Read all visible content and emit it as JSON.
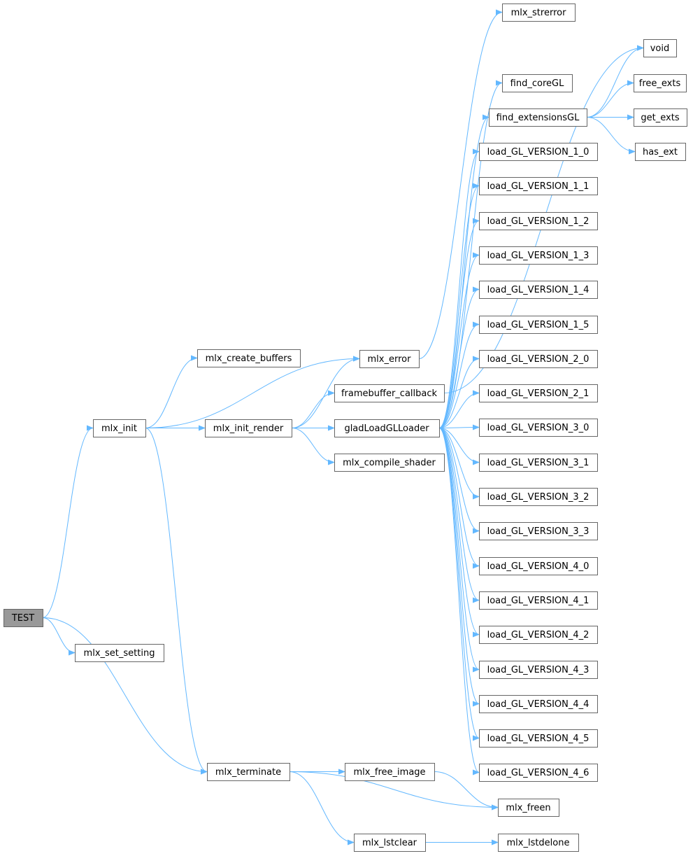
{
  "diagram": {
    "colors": {
      "edge": "#63b8ff",
      "root_fill": "#999999",
      "node_fill": "#ffffff",
      "node_border": "#666666"
    },
    "nodes": [
      {
        "id": "TEST",
        "label": "TEST",
        "root": true
      },
      {
        "id": "mlx_init",
        "label": "mlx_init"
      },
      {
        "id": "mlx_set_setting",
        "label": "mlx_set_setting"
      },
      {
        "id": "mlx_terminate",
        "label": "mlx_terminate"
      },
      {
        "id": "mlx_create_buffers",
        "label": "mlx_create_buffers"
      },
      {
        "id": "mlx_init_render",
        "label": "mlx_init_render"
      },
      {
        "id": "mlx_error",
        "label": "mlx_error"
      },
      {
        "id": "framebuffer_callback",
        "label": "framebuffer_callback"
      },
      {
        "id": "gladLoadGLLoader",
        "label": "gladLoadGLLoader"
      },
      {
        "id": "mlx_compile_shader",
        "label": "mlx_compile_shader"
      },
      {
        "id": "mlx_free_image",
        "label": "mlx_free_image"
      },
      {
        "id": "mlx_lstclear",
        "label": "mlx_lstclear"
      },
      {
        "id": "mlx_strerror",
        "label": "mlx_strerror"
      },
      {
        "id": "void",
        "label": "void"
      },
      {
        "id": "find_coreGL",
        "label": "find_coreGL"
      },
      {
        "id": "find_extensionsGL",
        "label": "find_extensionsGL"
      },
      {
        "id": "free_exts",
        "label": "free_exts"
      },
      {
        "id": "get_exts",
        "label": "get_exts"
      },
      {
        "id": "has_ext",
        "label": "has_ext"
      },
      {
        "id": "v1_0",
        "label": "load_GL_VERSION_1_0"
      },
      {
        "id": "v1_1",
        "label": "load_GL_VERSION_1_1"
      },
      {
        "id": "v1_2",
        "label": "load_GL_VERSION_1_2"
      },
      {
        "id": "v1_3",
        "label": "load_GL_VERSION_1_3"
      },
      {
        "id": "v1_4",
        "label": "load_GL_VERSION_1_4"
      },
      {
        "id": "v1_5",
        "label": "load_GL_VERSION_1_5"
      },
      {
        "id": "v2_0",
        "label": "load_GL_VERSION_2_0"
      },
      {
        "id": "v2_1",
        "label": "load_GL_VERSION_2_1"
      },
      {
        "id": "v3_0",
        "label": "load_GL_VERSION_3_0"
      },
      {
        "id": "v3_1",
        "label": "load_GL_VERSION_3_1"
      },
      {
        "id": "v3_2",
        "label": "load_GL_VERSION_3_2"
      },
      {
        "id": "v3_3",
        "label": "load_GL_VERSION_3_3"
      },
      {
        "id": "v4_0",
        "label": "load_GL_VERSION_4_0"
      },
      {
        "id": "v4_1",
        "label": "load_GL_VERSION_4_1"
      },
      {
        "id": "v4_2",
        "label": "load_GL_VERSION_4_2"
      },
      {
        "id": "v4_3",
        "label": "load_GL_VERSION_4_3"
      },
      {
        "id": "v4_4",
        "label": "load_GL_VERSION_4_4"
      },
      {
        "id": "v4_5",
        "label": "load_GL_VERSION_4_5"
      },
      {
        "id": "v4_6",
        "label": "load_GL_VERSION_4_6"
      },
      {
        "id": "mlx_freen",
        "label": "mlx_freen"
      },
      {
        "id": "mlx_lstdelone",
        "label": "mlx_lstdelone"
      }
    ],
    "edges": [
      [
        "TEST",
        "mlx_init"
      ],
      [
        "TEST",
        "mlx_set_setting"
      ],
      [
        "TEST",
        "mlx_terminate"
      ],
      [
        "mlx_init",
        "mlx_create_buffers"
      ],
      [
        "mlx_init",
        "mlx_error"
      ],
      [
        "mlx_init",
        "mlx_init_render"
      ],
      [
        "mlx_init",
        "mlx_terminate"
      ],
      [
        "mlx_init_render",
        "mlx_error"
      ],
      [
        "mlx_init_render",
        "framebuffer_callback"
      ],
      [
        "mlx_init_render",
        "gladLoadGLLoader"
      ],
      [
        "mlx_init_render",
        "mlx_compile_shader"
      ],
      [
        "mlx_error",
        "mlx_strerror"
      ],
      [
        "framebuffer_callback",
        "void"
      ],
      [
        "gladLoadGLLoader",
        "find_coreGL"
      ],
      [
        "gladLoadGLLoader",
        "find_extensionsGL"
      ],
      [
        "gladLoadGLLoader",
        "v1_0"
      ],
      [
        "gladLoadGLLoader",
        "v1_1"
      ],
      [
        "gladLoadGLLoader",
        "v1_2"
      ],
      [
        "gladLoadGLLoader",
        "v1_3"
      ],
      [
        "gladLoadGLLoader",
        "v1_4"
      ],
      [
        "gladLoadGLLoader",
        "v1_5"
      ],
      [
        "gladLoadGLLoader",
        "v2_0"
      ],
      [
        "gladLoadGLLoader",
        "v2_1"
      ],
      [
        "gladLoadGLLoader",
        "v3_0"
      ],
      [
        "gladLoadGLLoader",
        "v3_1"
      ],
      [
        "gladLoadGLLoader",
        "v3_2"
      ],
      [
        "gladLoadGLLoader",
        "v3_3"
      ],
      [
        "gladLoadGLLoader",
        "v4_0"
      ],
      [
        "gladLoadGLLoader",
        "v4_1"
      ],
      [
        "gladLoadGLLoader",
        "v4_2"
      ],
      [
        "gladLoadGLLoader",
        "v4_3"
      ],
      [
        "gladLoadGLLoader",
        "v4_4"
      ],
      [
        "gladLoadGLLoader",
        "v4_5"
      ],
      [
        "gladLoadGLLoader",
        "v4_6"
      ],
      [
        "find_extensionsGL",
        "void"
      ],
      [
        "find_extensionsGL",
        "free_exts"
      ],
      [
        "find_extensionsGL",
        "get_exts"
      ],
      [
        "find_extensionsGL",
        "has_ext"
      ],
      [
        "mlx_terminate",
        "mlx_free_image"
      ],
      [
        "mlx_terminate",
        "mlx_freen"
      ],
      [
        "mlx_terminate",
        "mlx_lstclear"
      ],
      [
        "mlx_free_image",
        "mlx_freen"
      ],
      [
        "mlx_lstclear",
        "mlx_lstdelone"
      ]
    ]
  }
}
